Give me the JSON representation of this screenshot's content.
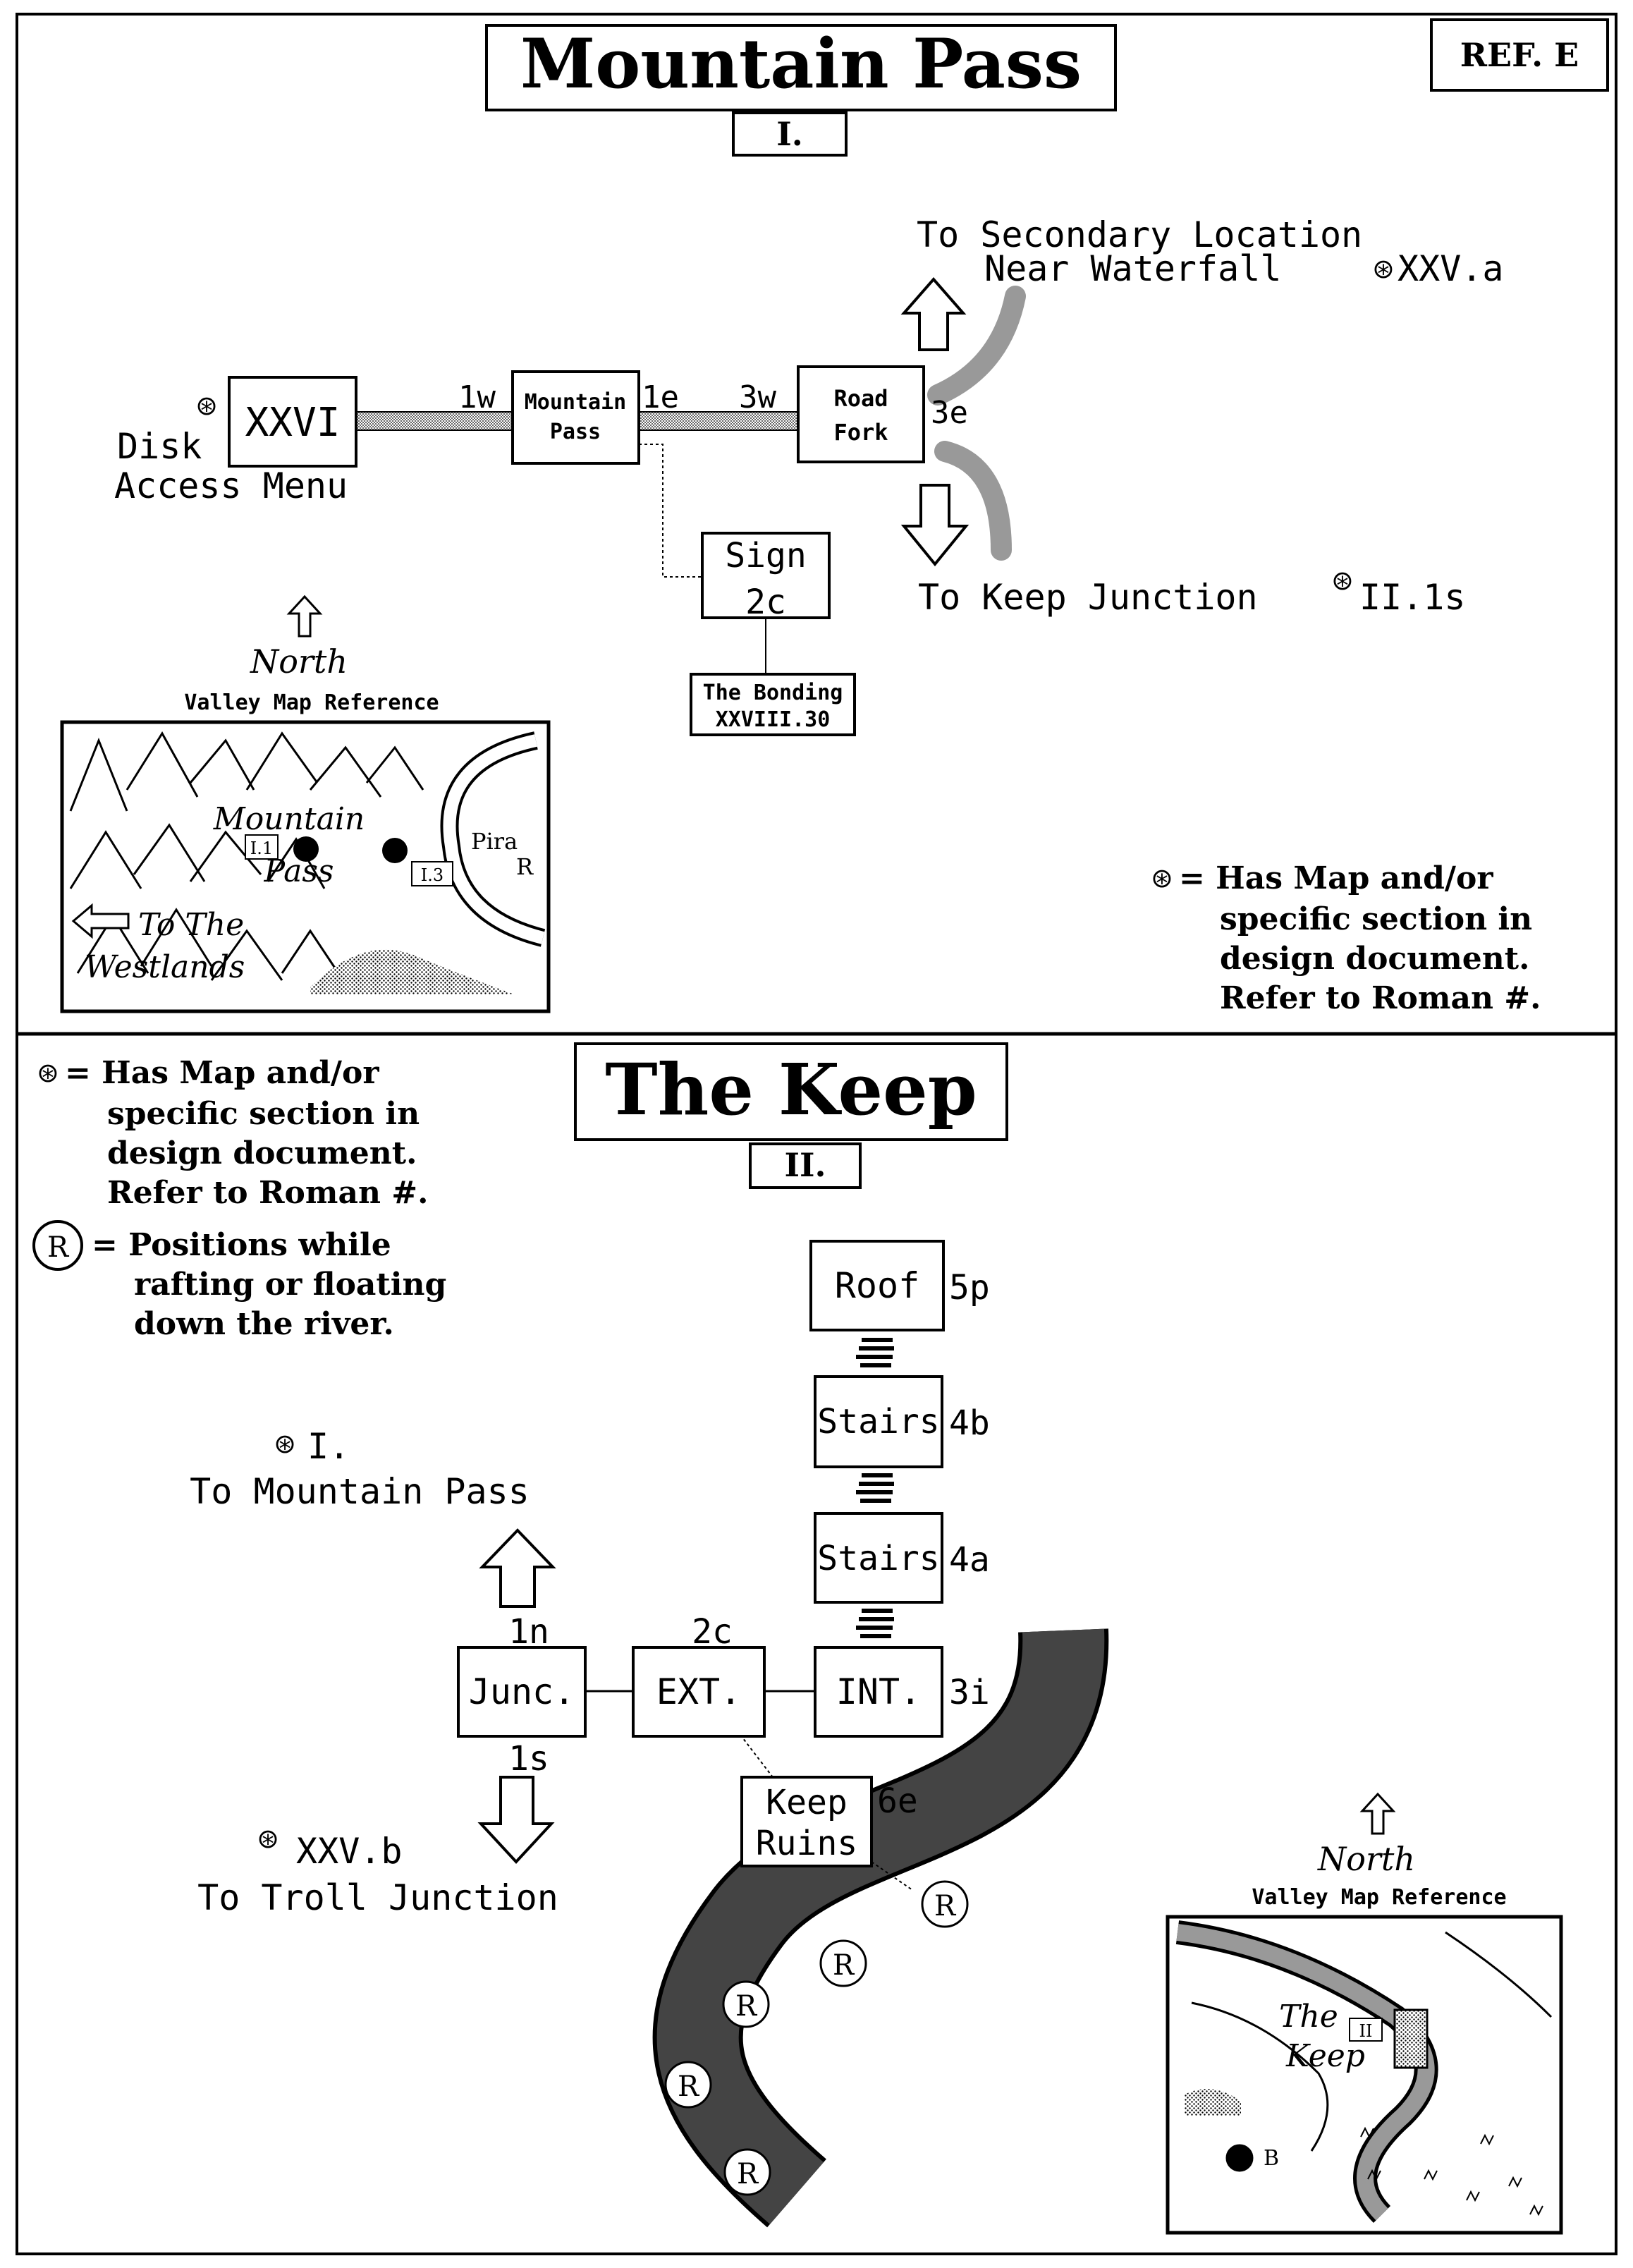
{
  "ref_label": "REF. E",
  "legend_symbol": "⊛",
  "top": {
    "title": "Mountain Pass",
    "roman": "I.",
    "nodes": {
      "xxvi": "XXVI",
      "mountain_pass": [
        "Mountain",
        "Pass"
      ],
      "road_fork": [
        "Road",
        "Fork"
      ],
      "sign": [
        "Sign",
        "2c"
      ],
      "bonding": [
        "The Bonding",
        "XXVIII.30"
      ]
    },
    "exits": {
      "w1": "1w",
      "e1": "1e",
      "w3": "3w",
      "e3": "3e"
    },
    "disk_access": [
      "Disk",
      "Access Menu"
    ],
    "to_secondary": [
      "To Secondary Location",
      "Near Waterfall",
      "XXV.a"
    ],
    "to_keep": [
      "To Keep Junction",
      "II.1s"
    ],
    "north": "North",
    "valley_ref": "Valley Map Reference",
    "inset": {
      "place": [
        "Mountain",
        "Pass"
      ],
      "tag1": "I.1",
      "tag2": "I.3",
      "to_west": [
        "To The",
        "Westlands"
      ],
      "river": [
        "Pira",
        "R"
      ]
    },
    "legend": [
      "= Has Map and/or",
      "specific section in",
      "design document.",
      "Refer to Roman #."
    ]
  },
  "bottom": {
    "title": "The Keep",
    "roman": "II.",
    "legend": [
      "= Has Map and/or",
      "specific section in",
      "design document.",
      "Refer to Roman #."
    ],
    "raft_symbol": "R",
    "raft_legend": [
      "= Positions while",
      "rafting or floating",
      "down the river."
    ],
    "nodes": {
      "roof": "Roof",
      "stairs_b": "Stairs",
      "stairs_a": "Stairs",
      "junc": "Junc.",
      "ext": "EXT.",
      "int": "INT.",
      "keep_ruins": [
        "Keep",
        "Ruins"
      ]
    },
    "codes": {
      "roof": "5p",
      "stairs_b": "4b",
      "stairs_a": "4a",
      "junc": "1n",
      "ext": "2c",
      "int": "3i",
      "junc_s": "1s",
      "keep_ruins": "6e"
    },
    "to_mountain": [
      "I.",
      "To Mountain Pass"
    ],
    "to_troll": [
      "XXV.b",
      "To Troll Junction"
    ],
    "north": "North",
    "valley_ref": "Valley Map Reference",
    "inset": {
      "place": [
        "The",
        "Keep"
      ],
      "tag": "II",
      "marker": "B"
    }
  }
}
